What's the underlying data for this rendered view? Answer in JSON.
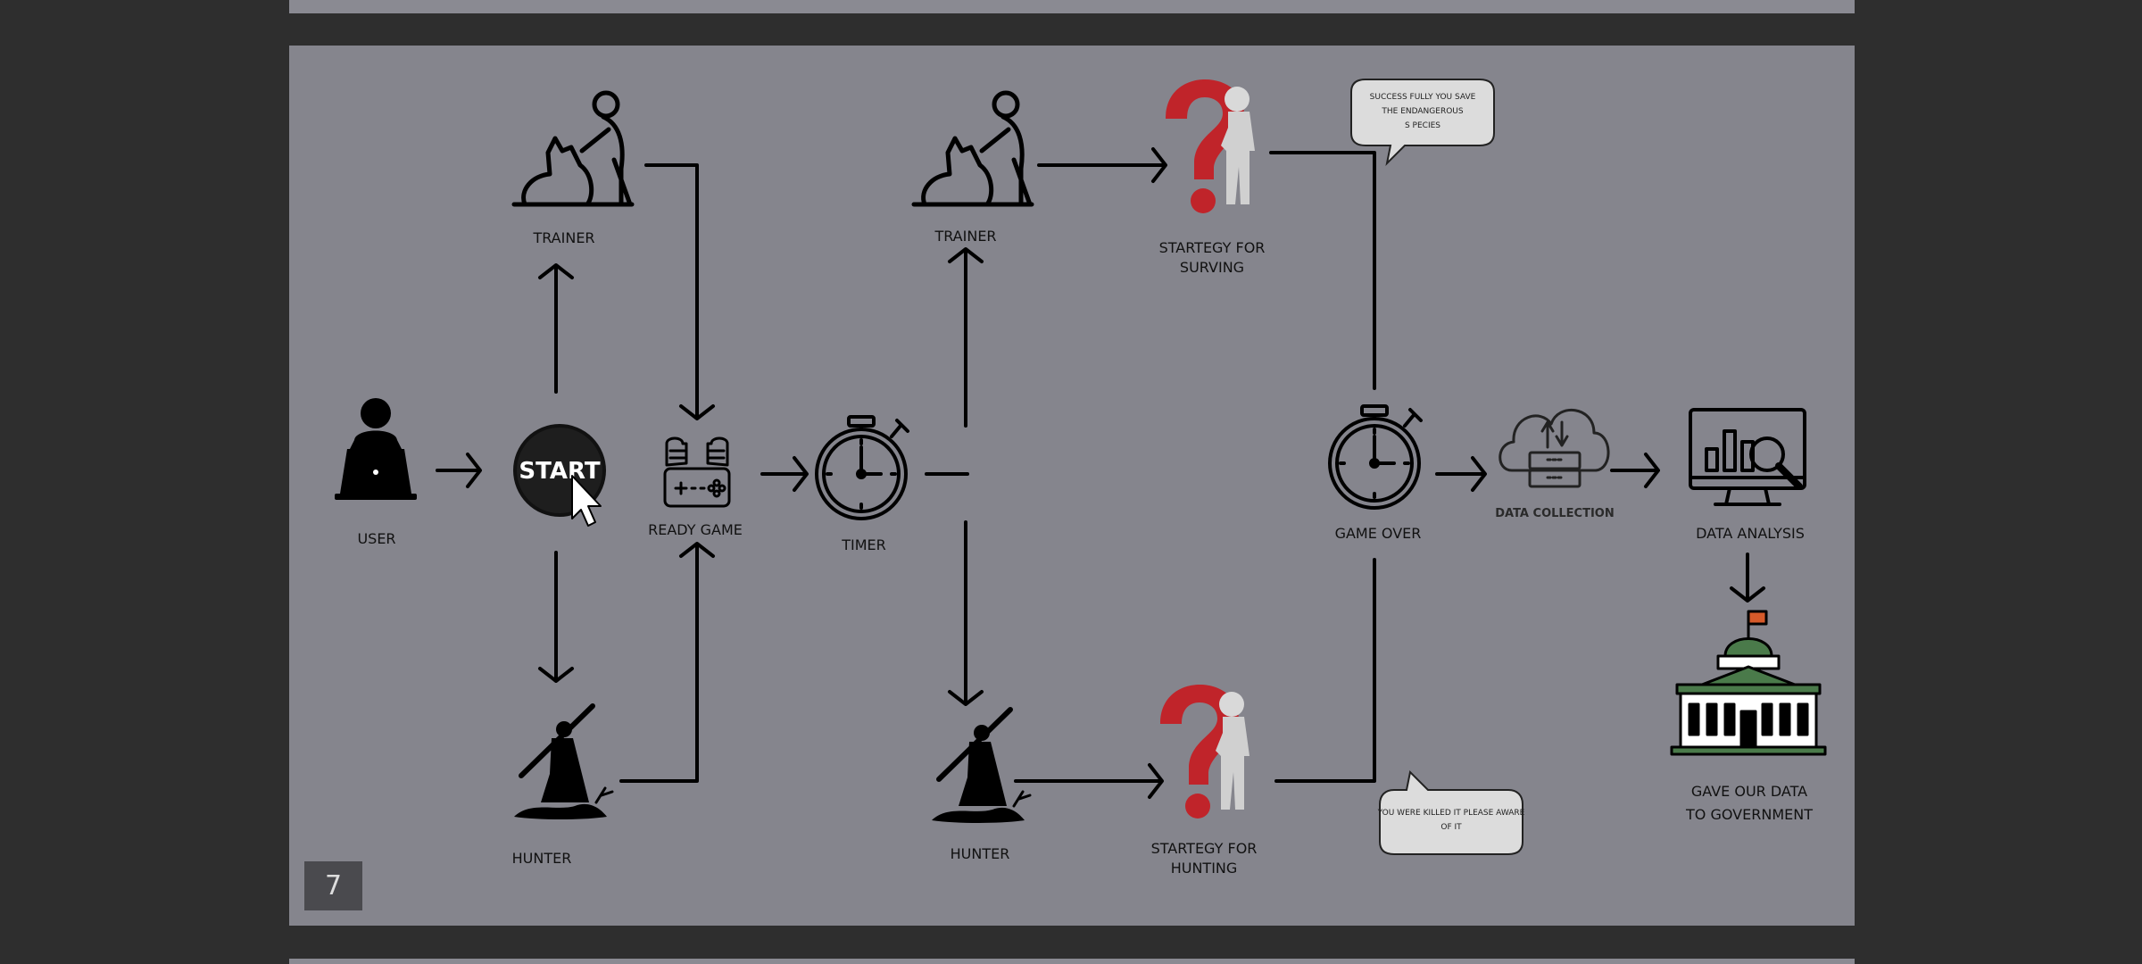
{
  "slide": {
    "page_number": "7"
  },
  "nodes": {
    "user": "USER",
    "start": "START",
    "trainer_1": "TRAINER",
    "hunter_1": "HUNTER",
    "ready_game": "READY GAME",
    "timer": "TIMER",
    "trainer_2": "TRAINER",
    "hunter_2": "HUNTER",
    "strategy_surviving": [
      "STARTEGY FOR",
      "SURVING"
    ],
    "strategy_hunting": [
      "STARTEGY FOR",
      "HUNTING"
    ],
    "game_over": "GAME OVER",
    "data_collection": "DATA COLLECTION",
    "data_analysis": "DATA ANALYSIS",
    "government": [
      "GAVE OUR DATA",
      "TO GOVERNMENT"
    ]
  },
  "bubbles": {
    "success": [
      "SUCCESS FULLY YOU SAVE",
      "THE ENDANGEROUS",
      "S PECIES"
    ],
    "killed": [
      "YOU WERE KILLED IT PLEASE AWARE",
      "OF IT"
    ]
  },
  "colors": {
    "background": "#2e2e2e",
    "slide": "#85858d",
    "question_mark": "#c0242a",
    "building_green": "#4a7a4a",
    "flag": "#d65a2a"
  }
}
